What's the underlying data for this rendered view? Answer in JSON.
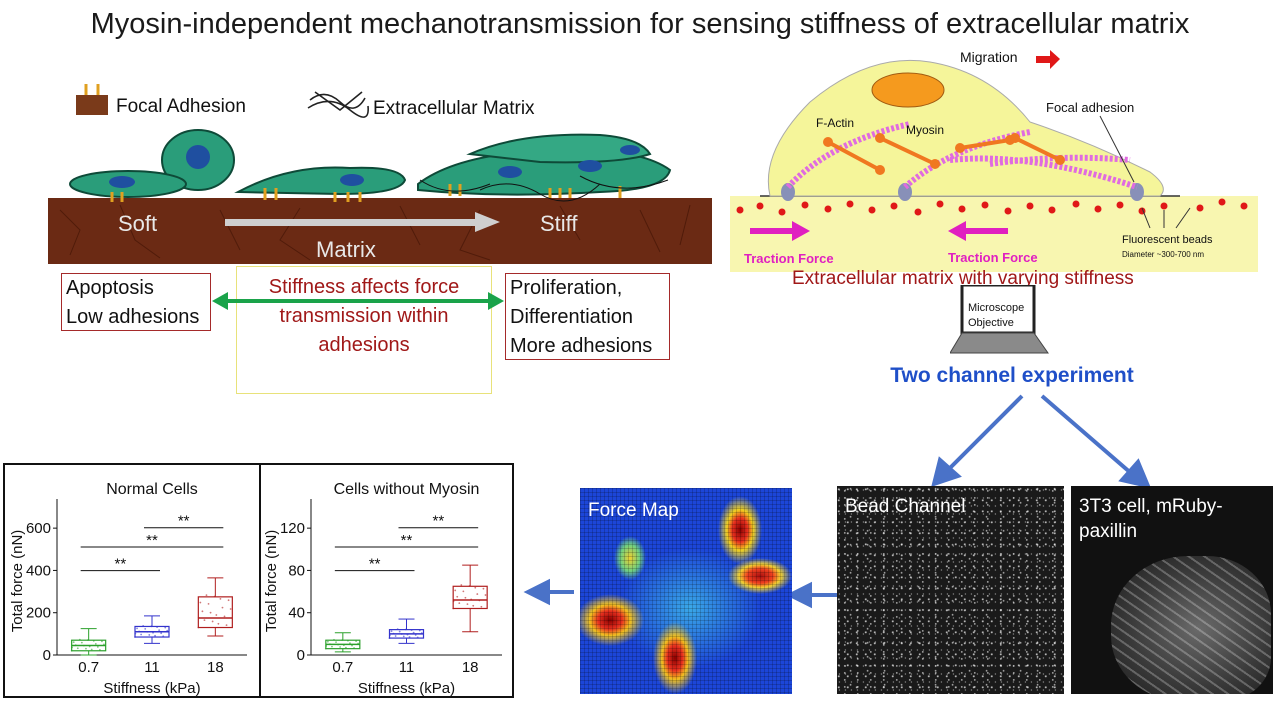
{
  "title": "Myosin-independent mechanotransmission for sensing stiffness of extracellular matrix",
  "schematic_left": {
    "legend_focal": "Focal Adhesion",
    "legend_ecm": "Extracellular Matrix",
    "soft_label": "Soft",
    "stiff_label": "Stiff",
    "matrix_label": "Matrix",
    "left_box": [
      "Apoptosis",
      "Low adhesions"
    ],
    "center_box": [
      "Stiffness affects force",
      "transmission within",
      "adhesions"
    ],
    "right_box": [
      "Proliferation,",
      "Differentiation",
      "More adhesions"
    ],
    "colors": {
      "arrow_green": "#1aa34a",
      "box_border": "#a52a2a",
      "center_text": "#a01818"
    }
  },
  "schematic_right": {
    "migration": "Migration",
    "f_actin": "F-Actin",
    "myosin": "Myosin",
    "focal_adhesion": "Focal adhesion",
    "traction_left": "Traction Force",
    "traction_right": "Traction Force",
    "fluorescent_beads": "Fluorescent beads",
    "bead_diameter": "Diameter ~300-700 nm",
    "ecm_caption": "Extracellular matrix with varying stiffness",
    "microscope_label": [
      "Microscope",
      "Objective"
    ],
    "two_channel": "Two channel experiment",
    "colors": {
      "cell": "#f5f59a",
      "nucleus": "#f59a1e",
      "actin": "#e06be0",
      "myosin": "#f07820",
      "beads": "#e01818",
      "traction": "#e020c0",
      "blue_title": "#1f4fc8"
    }
  },
  "images": {
    "force_map": "Force Map",
    "bead_channel": "Bead Channel",
    "cell_channel": [
      "3T3 cell, mRuby-",
      "paxillin"
    ]
  },
  "chart_data": [
    {
      "type": "box",
      "title": "Normal Cells",
      "xlabel": "Stiffness (kPa)",
      "ylabel": "Total force (nN)",
      "categories": [
        "0.7",
        "11",
        "18"
      ],
      "yticks": [
        0,
        200,
        400,
        600
      ],
      "ylim": [
        0,
        700
      ],
      "boxes": [
        {
          "min": 0,
          "q1": 20,
          "median": 45,
          "q3": 70,
          "max": 125,
          "color": "#2ca02c"
        },
        {
          "min": 55,
          "q1": 85,
          "median": 110,
          "q3": 135,
          "max": 185,
          "color": "#3333cc"
        },
        {
          "min": 90,
          "q1": 130,
          "median": 175,
          "q3": 275,
          "max": 365,
          "color": "#b01e1e"
        }
      ],
      "significance": [
        {
          "from": 0,
          "to": 1,
          "label": "**"
        },
        {
          "from": 0,
          "to": 2,
          "label": "**"
        },
        {
          "from": 1,
          "to": 2,
          "label": "**"
        }
      ]
    },
    {
      "type": "box",
      "title": "Cells without  Myosin",
      "xlabel": "Stiffness (kPa)",
      "ylabel": "Total force (nN)",
      "categories": [
        "0.7",
        "11",
        "18"
      ],
      "yticks": [
        0,
        40,
        80,
        120
      ],
      "ylim": [
        0,
        140
      ],
      "boxes": [
        {
          "min": 3,
          "q1": 6,
          "median": 10,
          "q3": 14,
          "max": 21,
          "color": "#2ca02c"
        },
        {
          "min": 11,
          "q1": 16,
          "median": 20,
          "q3": 24,
          "max": 34,
          "color": "#3333cc"
        },
        {
          "min": 22,
          "q1": 44,
          "median": 52,
          "q3": 65,
          "max": 85,
          "color": "#b01e1e"
        }
      ],
      "significance": [
        {
          "from": 0,
          "to": 1,
          "label": "**"
        },
        {
          "from": 0,
          "to": 2,
          "label": "**"
        },
        {
          "from": 1,
          "to": 2,
          "label": "**"
        }
      ]
    }
  ]
}
